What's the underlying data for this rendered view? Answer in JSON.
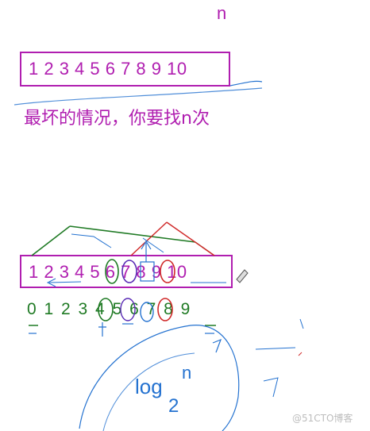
{
  "top": {
    "n_label": "n",
    "array_text": "1 2 3 4 5 6 7 8 9 10",
    "caption": "最坏的情况，你要找n次"
  },
  "bottom": {
    "array_text": "1 2 3 4 5 6 7 8 9 10",
    "index_text": "0 1 2 3 4 5 6 7 8 9",
    "log_text": "log",
    "log_base": "2",
    "log_exp": "n"
  },
  "watermark": "@51CTO博客",
  "colors": {
    "magenta": "#b01eb0",
    "green": "#1f7a24",
    "blue": "#2472d0",
    "red": "#d02a2a",
    "purple": "#5a2bb5"
  }
}
